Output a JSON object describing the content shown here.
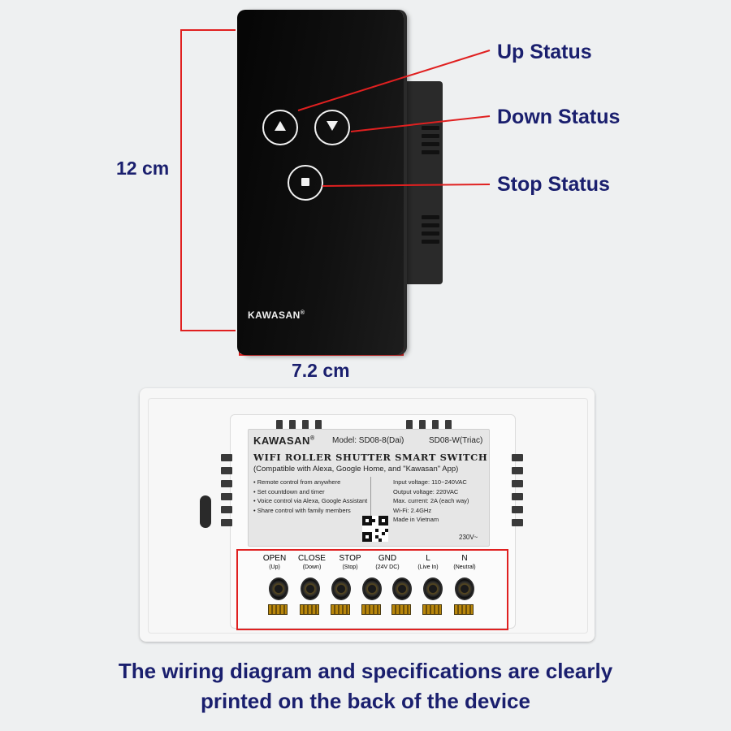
{
  "dimensions": {
    "height_label": "12 cm",
    "width_label": "7.2 cm"
  },
  "front": {
    "brand": "KAWASAN",
    "brand_mark": "®",
    "buttons": [
      "up-arrow-icon",
      "down-arrow-icon",
      "stop-square-icon"
    ]
  },
  "callouts": {
    "up": "Up Status",
    "down": "Down Status",
    "stop": "Stop Status"
  },
  "back_label": {
    "brand": "KAWASAN",
    "brand_mark": "®",
    "model": "Model:  SD08-8(Dai)",
    "model_alt": "SD08-W(Triac)",
    "title": "WIFI ROLLER SHUTTER SMART SWITCH",
    "subtitle": "(Compatible with Alexa, Google Home, and \"Kawasan\" App)",
    "features": [
      "• Remote control from anywhere",
      "• Set countdown and timer",
      "• Voice control via Alexa, Google Assistant",
      "• Share control with family members"
    ],
    "specs": [
      "Input voltage: 110~240VAC",
      "Output voltage: 220VAC",
      "Max. current: 2A (each way)",
      "Wi-Fi: 2.4GHz",
      "Made in Vietnam"
    ],
    "voltage_mark": "230V~"
  },
  "terminals": [
    {
      "name": "OPEN",
      "sub": "(Up)"
    },
    {
      "name": "CLOSE",
      "sub": "(Down)"
    },
    {
      "name": "STOP",
      "sub": "(Stop)"
    },
    {
      "name": "GND",
      "sub": "(24V DC)"
    },
    {
      "name": "L",
      "sub": "(Live In)"
    },
    {
      "name": "N",
      "sub": "(Neutral)"
    }
  ],
  "caption": {
    "line1": "The wiring diagram and specifications are clearly",
    "line2": "printed on the back of the device"
  },
  "colors": {
    "accent_red": "#e02020",
    "text_navy": "#1a1f6e"
  }
}
